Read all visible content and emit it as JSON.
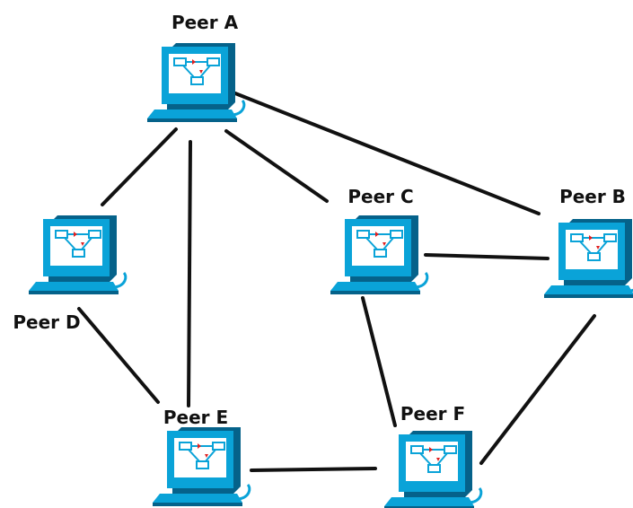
{
  "diagram": {
    "nodes": [
      {
        "id": "A",
        "label": "Peer A"
      },
      {
        "id": "B",
        "label": "Peer B"
      },
      {
        "id": "C",
        "label": "Peer C"
      },
      {
        "id": "D",
        "label": "Peer D"
      },
      {
        "id": "E",
        "label": "Peer E"
      },
      {
        "id": "F",
        "label": "Peer F"
      }
    ],
    "edges": [
      {
        "from": "A",
        "to": "B"
      },
      {
        "from": "A",
        "to": "C"
      },
      {
        "from": "A",
        "to": "D"
      },
      {
        "from": "A",
        "to": "E"
      },
      {
        "from": "C",
        "to": "B"
      },
      {
        "from": "C",
        "to": "F"
      },
      {
        "from": "D",
        "to": "E"
      },
      {
        "from": "E",
        "to": "F"
      },
      {
        "from": "B",
        "to": "F"
      }
    ],
    "node_icon": "computer-icon",
    "colors": {
      "monitor": "#0aa3d8",
      "monitor_dark": "#05628a",
      "screen": "#ffffff",
      "line": "#111111",
      "text": "#111111"
    }
  }
}
